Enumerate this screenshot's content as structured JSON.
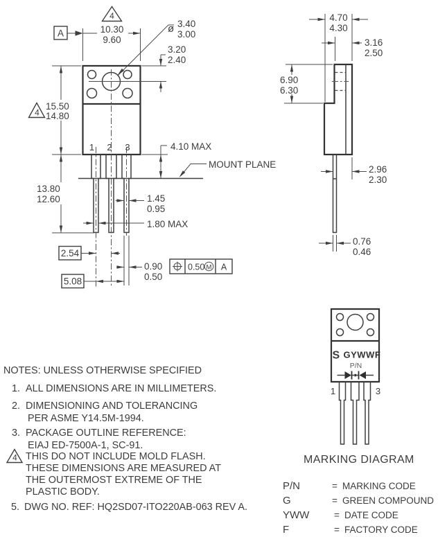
{
  "colors": {
    "line": "#3f3f3f",
    "logo_blue": "#2b3f9e"
  },
  "front_view": {
    "flag_top": "4",
    "datum": "A",
    "dim_body_width": {
      "max": "10.30",
      "min": "9.60"
    },
    "dim_hole_dia": {
      "symbol": "ø",
      "max": "3.40",
      "min": "3.00"
    },
    "dim_hole_offset": {
      "max": "3.20",
      "min": "2.40"
    },
    "dim_body_height": {
      "flag": "4",
      "max": "15.50",
      "min": "14.80"
    },
    "dim_lead_length": {
      "max": "13.80",
      "min": "12.60"
    },
    "pins": [
      "1",
      "2",
      "3"
    ],
    "dim_standoff": "4.10 MAX",
    "mount_plane": "MOUNT PLANE",
    "dim_lead_width": {
      "max": "1.45",
      "min": "0.95"
    },
    "dim_shoulder_width": "1.80 MAX",
    "dim_pitch": "2.54",
    "dim_span": "5.08",
    "dim_lead_tip": {
      "max": "0.90",
      "min": "0.50"
    },
    "fcf": {
      "tolerance": "0.50",
      "modifier": "M",
      "datum": "A"
    }
  },
  "side_view": {
    "dim_overall_thk": {
      "max": "4.70",
      "min": "4.30"
    },
    "dim_body_thk": {
      "max": "3.16",
      "min": "2.50"
    },
    "dim_step_height": {
      "max": "6.90",
      "min": "6.30"
    },
    "dim_lead_offset": {
      "max": "2.96",
      "min": "2.30"
    },
    "dim_lead_thk": {
      "max": "0.76",
      "min": "0.46"
    }
  },
  "notes": {
    "title": "NOTES: UNLESS OTHERWISE SPECIFIED",
    "items": [
      {
        "num": "1.",
        "lines": [
          "ALL DIMENSIONS ARE IN MILLIMETERS."
        ]
      },
      {
        "num": "2.",
        "lines": [
          "DIMENSIONING AND TOLERANCING",
          "PER ASME Y14.5M-1994."
        ]
      },
      {
        "num": "3.",
        "lines": [
          "PACKAGE OUTLINE REFERENCE:",
          "EIAJ ED-7500A-1, SC-91."
        ]
      },
      {
        "num": "4",
        "lines": [
          "THIS DO NOT INCLUDE MOLD FLASH.",
          "THESE DIMENSIONS ARE MEASURED AT",
          "THE OUTERMOST EXTREME OF THE",
          "PLASTIC BODY."
        ]
      },
      {
        "num": "5.",
        "lines": [
          "DWG NO. REF: HQ2SD07-ITO220AB-063 REV A."
        ]
      }
    ]
  },
  "marking": {
    "title": "MARKING DIAGRAM",
    "logo": "S",
    "line1": "GYWWF",
    "line2": "P/N",
    "pin_first": "1",
    "pin_last": "3",
    "legend": [
      {
        "key": "P/N",
        "eq": "=",
        "value": "MARKING CODE"
      },
      {
        "key": "G",
        "eq": "=",
        "value": "GREEN COMPOUND"
      },
      {
        "key": "YWW",
        "eq": "=",
        "value": "DATE CODE"
      },
      {
        "key": "F",
        "eq": "=",
        "value": "FACTORY CODE"
      }
    ]
  }
}
